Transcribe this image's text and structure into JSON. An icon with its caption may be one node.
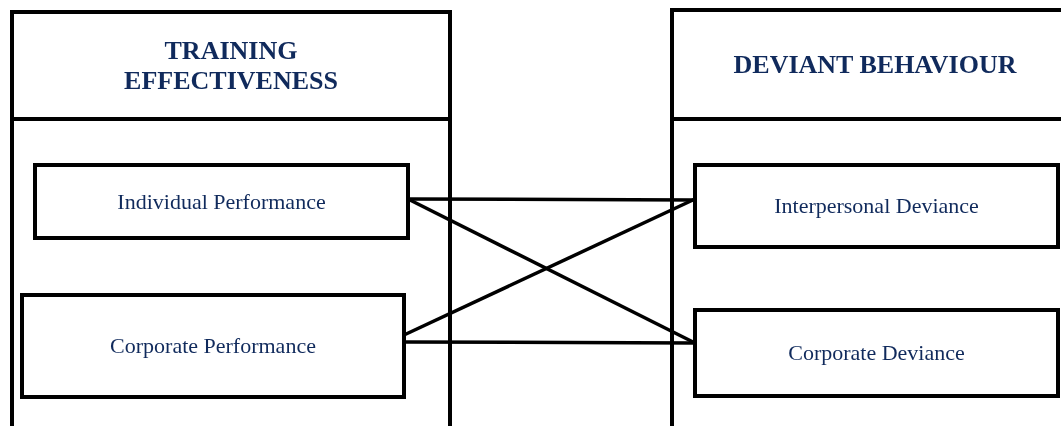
{
  "diagram": {
    "nodes": [
      {
        "text": [
          "TRAINING EFFECTIVENESS"
        ]
      },
      {
        "text": [
          "Individual Performance"
        ],
        "in": 0
      },
      {
        "text": [
          "Corporate Performance"
        ],
        "in": 0
      },
      {
        "text": [
          "DEVIANT BEHAVIOUR"
        ]
      },
      {
        "text": [
          "Interpersonal Deviance"
        ],
        "in": 3
      },
      {
        "text": [
          "Corporate Deviance"
        ],
        "in": 3
      }
    ],
    "edges": [
      {
        "from": 1,
        "to": 4,
        "arrow": "none"
      },
      {
        "from": 1,
        "to": 5,
        "arrow": "none"
      },
      {
        "from": 2,
        "to": 4,
        "arrow": "none"
      },
      {
        "from": 2,
        "to": 5,
        "arrow": "none"
      }
    ]
  }
}
